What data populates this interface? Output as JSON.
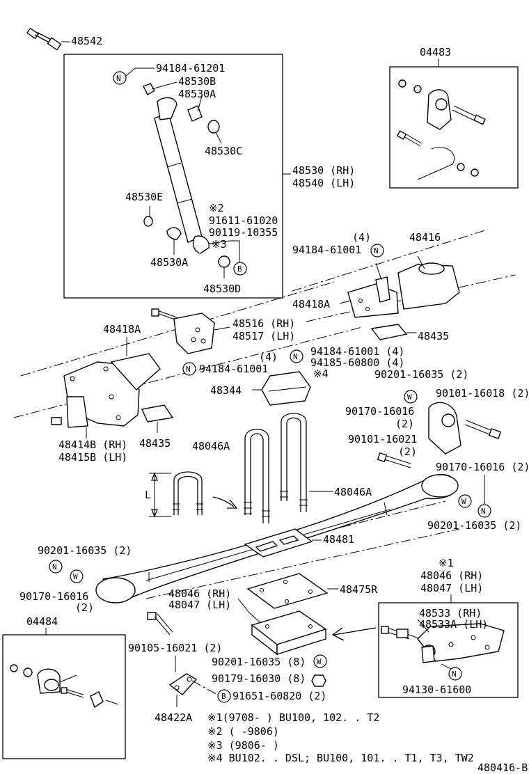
{
  "labels": {
    "p48542": "48542",
    "p04483": "04483",
    "p94184_61201": "94184-61201",
    "p48530B": "48530B",
    "p48530A_top": "48530A",
    "p48530C": "48530C",
    "p48530_rh": "48530 (RH)",
    "p48540_lh": "48540 (LH)",
    "p48530E": "48530E",
    "note2_a": "※2",
    "p91611_61020": "91611-61020",
    "p90119_10355": "90119-10355",
    "note3_a": "※3",
    "p48530A_bot": "48530A",
    "p48530D": "48530D",
    "qty4_a": "(4)",
    "p94184_61001_a": "94184-61001",
    "p48416": "48416",
    "p48418A_right": "48418A",
    "p48418A_left": "48418A",
    "p48516_rh": "48516 (RH)",
    "p48517_lh": "48517 (LH)",
    "p48435_right": "48435",
    "qty4_b": "(4)",
    "p94184_61001_b": "94184-61001",
    "p94184_61001_c": "94184-61001 (4)",
    "p94185_60800": "94185-60800 (4)",
    "note4_a": "※4",
    "p90201_16035_a": "90201-16035 (2)",
    "p48344": "48344",
    "p90101_16018": "90101-16018 (2)",
    "p90170_16016_a": "90170-16016",
    "qty2_a": "(2)",
    "p48414B_rh": "48414B (RH)",
    "p48415B_lh": "48415B (LH)",
    "p48435_left": "48435",
    "p48046A_left": "48046A",
    "p90101_16021": "90101-16021",
    "qty2_b": "(2)",
    "p90170_16016_b": "90170-16016 (2)",
    "dim_L": "L",
    "p48046A_right": "48046A",
    "p90201_16035_b": "90201-16035 (2)",
    "p48481": "48481",
    "p90201_16035_c": "90201-16035 (2)",
    "note1_a": "※1",
    "p48046_rh_r": "48046 (RH)",
    "p48047_lh_r": "48047 (LH)",
    "p90170_16016_c": "90170-16016",
    "qty2_c": "(2)",
    "p48046_rh_c": "48046 (RH)",
    "p48047_lh_c": "48047 (LH)",
    "p48475R": "48475R",
    "p04484": "04484",
    "p48533_rh": "48533 (RH)",
    "p48533A_lh": "48533A (LH)",
    "p90105_16021": "90105-16021 (2)",
    "p90201_16035_d": "90201-16035 (8)",
    "p90179_16030": "90179-16030 (8)",
    "p94130_61600": "94130-61600",
    "p91651_60820": "91651-60820 (2)",
    "p48422A": "48422A",
    "foot1": "※1(9708-      ) BU100, 102. . T2",
    "foot2": "※2 (      -9806)",
    "foot3": "※3 (9806-       )",
    "foot4": "※4 BU102. . DSL; BU100, 101. . T1, T3, TW2",
    "ref_code": "480416-B"
  },
  "symbols": {
    "nut": "N",
    "washer": "W",
    "bolt": "B"
  }
}
